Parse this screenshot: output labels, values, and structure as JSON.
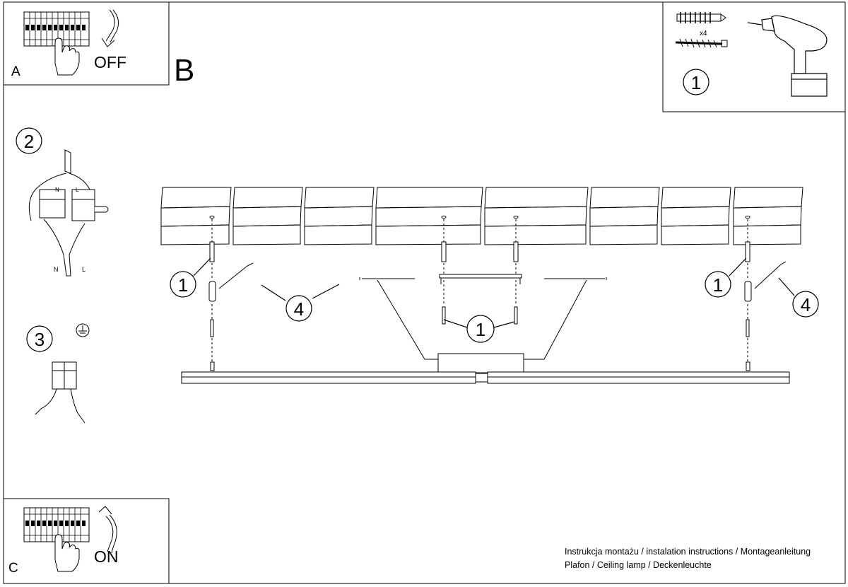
{
  "panel_a": {
    "letter": "A",
    "action": "OFF"
  },
  "panel_b": {
    "letter": "B"
  },
  "panel_c": {
    "letter": "C",
    "action": "ON"
  },
  "tools": {
    "step": "1",
    "quantity": "x4"
  },
  "step_wiring": {
    "step": "2",
    "neutral": "N",
    "live": "L"
  },
  "step_ground": {
    "step": "3"
  },
  "callouts": {
    "screw": "1",
    "cable": "4"
  },
  "footer": {
    "line1": "Instrukcja montażu / instalation instructions / Montageanleitung",
    "line2": "Plafon / Ceiling lamp / Deckenleuchte"
  },
  "icons": [
    "breaker-panel-icon",
    "hand-icon",
    "arrow-down-icon",
    "arrow-up-icon",
    "wall-plug-icon",
    "screw-icon",
    "drill-icon",
    "ground-symbol-icon",
    "terminal-block-icon"
  ]
}
